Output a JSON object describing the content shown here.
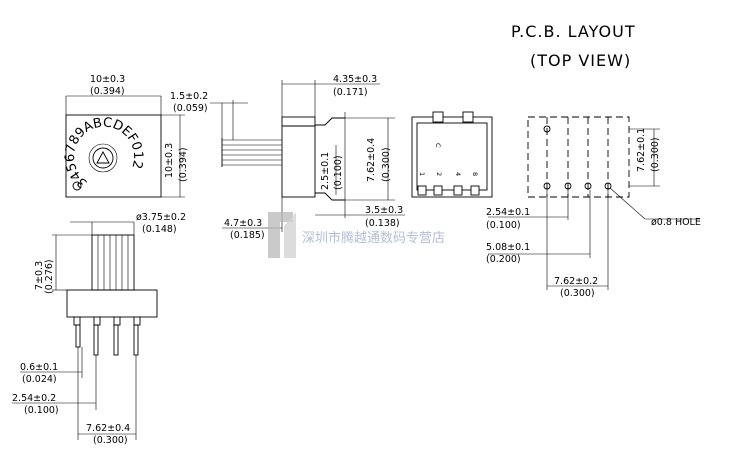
{
  "title": {
    "line1": "P.C.B.  LAYOUT",
    "line2": "(TOP  VIEW)"
  },
  "watermark": "深圳市腾越通数码专营店",
  "dial_text": "3456789ABCDEF012",
  "pin_labels": [
    "C",
    "1",
    "2",
    "4",
    "8"
  ],
  "dims": {
    "top_width": {
      "mm": "10±0.3",
      "inch": "(0.394)"
    },
    "top_height": {
      "mm": "10±0.3",
      "inch": "(0.394)"
    },
    "shaft_offset": {
      "mm": "1.5±0.2",
      "inch": "(0.059)"
    },
    "side_depth": {
      "mm": "4.35±0.3",
      "inch": "(0.171)"
    },
    "side_lead": {
      "mm": "2.5±0.1",
      "inch": "(0.100)"
    },
    "side_span": {
      "mm": "7.62±0.4",
      "inch": "(0.300)"
    },
    "side_height": {
      "mm": "4.7±0.3",
      "inch": "(0.185)"
    },
    "side_lead_len": {
      "mm": "3.5±0.3",
      "inch": "(0.138)"
    },
    "shaft_dia": {
      "mm": "ø3.75±0.2",
      "inch": "(0.148)"
    },
    "shaft_height": {
      "mm": "7±0.3",
      "inch": "(0.276)"
    },
    "pin_width": {
      "mm": "0.6±0.1",
      "inch": "(0.024)"
    },
    "pin_pitch": {
      "mm": "2.54±0.2",
      "inch": "(0.100)"
    },
    "front_span": {
      "mm": "7.62±0.4",
      "inch": "(0.300)"
    },
    "pcb_pitch": {
      "mm": "2.54±0.1",
      "inch": "(0.100)"
    },
    "pcb_span2": {
      "mm": "5.08±0.1",
      "inch": "(0.200)"
    },
    "pcb_width": {
      "mm": "7.62±0.2",
      "inch": "(0.300)"
    },
    "pcb_height": {
      "mm": "7.62±0.1",
      "inch": "(0.300)"
    },
    "hole": {
      "label": "ø0.8  HOLE"
    }
  }
}
